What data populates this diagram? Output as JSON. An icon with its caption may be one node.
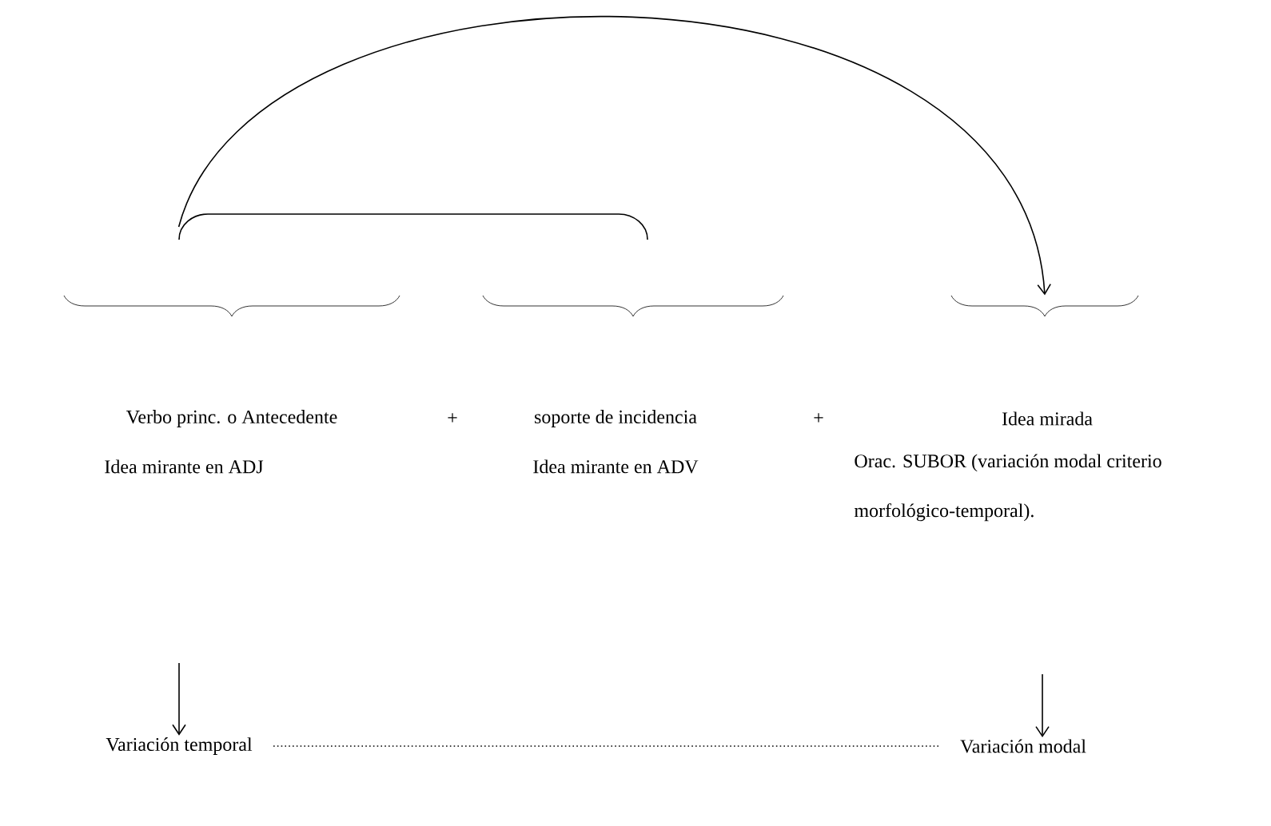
{
  "diagram": {
    "nodes": [
      {
        "text": [],
        "shape": "brace"
      },
      {
        "text": [],
        "shape": "brace"
      },
      {
        "text": [],
        "shape": "brace"
      },
      {
        "text": [],
        "shape": "brace"
      },
      {
        "text": [
          "Verbo princ. o Antecedente"
        ]
      },
      {
        "text": [
          "soporte de incidencia"
        ]
      },
      {
        "text": [
          "Idea mirada"
        ]
      },
      {
        "text": [
          "Idea mirante en ADJ"
        ]
      },
      {
        "text": [
          "Idea mirante en ADV"
        ]
      },
      {
        "text": [
          "Orac. SUBOR (variación  modal criterio morfológico-temporal)."
        ]
      },
      {
        "text": [
          "Variación temporal"
        ]
      },
      {
        "text": [
          "Variación modal"
        ]
      }
    ],
    "edges": [
      {
        "from": 0,
        "to": 3,
        "arrow": "to"
      },
      {
        "from": null,
        "to": 10,
        "arrow": "to"
      },
      {
        "from": null,
        "to": 11,
        "arrow": "to"
      },
      {
        "from": 10,
        "to": 11,
        "arrow": "none",
        "style": "dashed"
      }
    ],
    "labels": [
      "+",
      "+"
    ]
  }
}
